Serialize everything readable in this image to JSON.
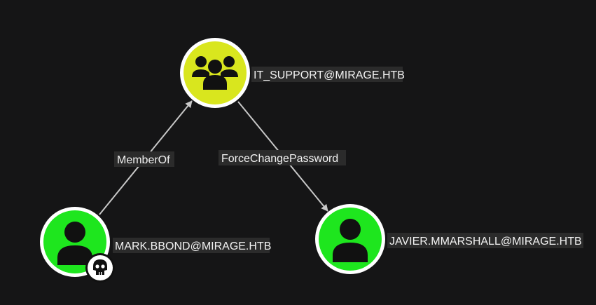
{
  "graph": {
    "nodes": [
      {
        "id": "it_support",
        "label": "IT_SUPPORT@MIRAGE.HTB",
        "kind": "group",
        "color": "#d9e61e",
        "owned": false
      },
      {
        "id": "mark_bbond",
        "label": "MARK.BBOND@MIRAGE.HTB",
        "kind": "user",
        "color": "#1ee61e",
        "owned": true
      },
      {
        "id": "javier_mmarshall",
        "label": "JAVIER.MMARSHALL@MIRAGE.HTB",
        "kind": "user",
        "color": "#1ee61e",
        "owned": false
      }
    ],
    "edges": [
      {
        "from": "mark_bbond",
        "to": "it_support",
        "label": "MemberOf"
      },
      {
        "from": "it_support",
        "to": "javier_mmarshall",
        "label": "ForceChangePassword"
      }
    ]
  },
  "icons": {
    "group": "group-icon",
    "user": "user-icon",
    "owned_badge": "skull-icon"
  },
  "colors": {
    "background": "#151516",
    "edge": "#c8c8c8",
    "node_ring": "#ffffff",
    "label_bg": "#2b2b2b",
    "badge_bg": "#ffffff"
  }
}
